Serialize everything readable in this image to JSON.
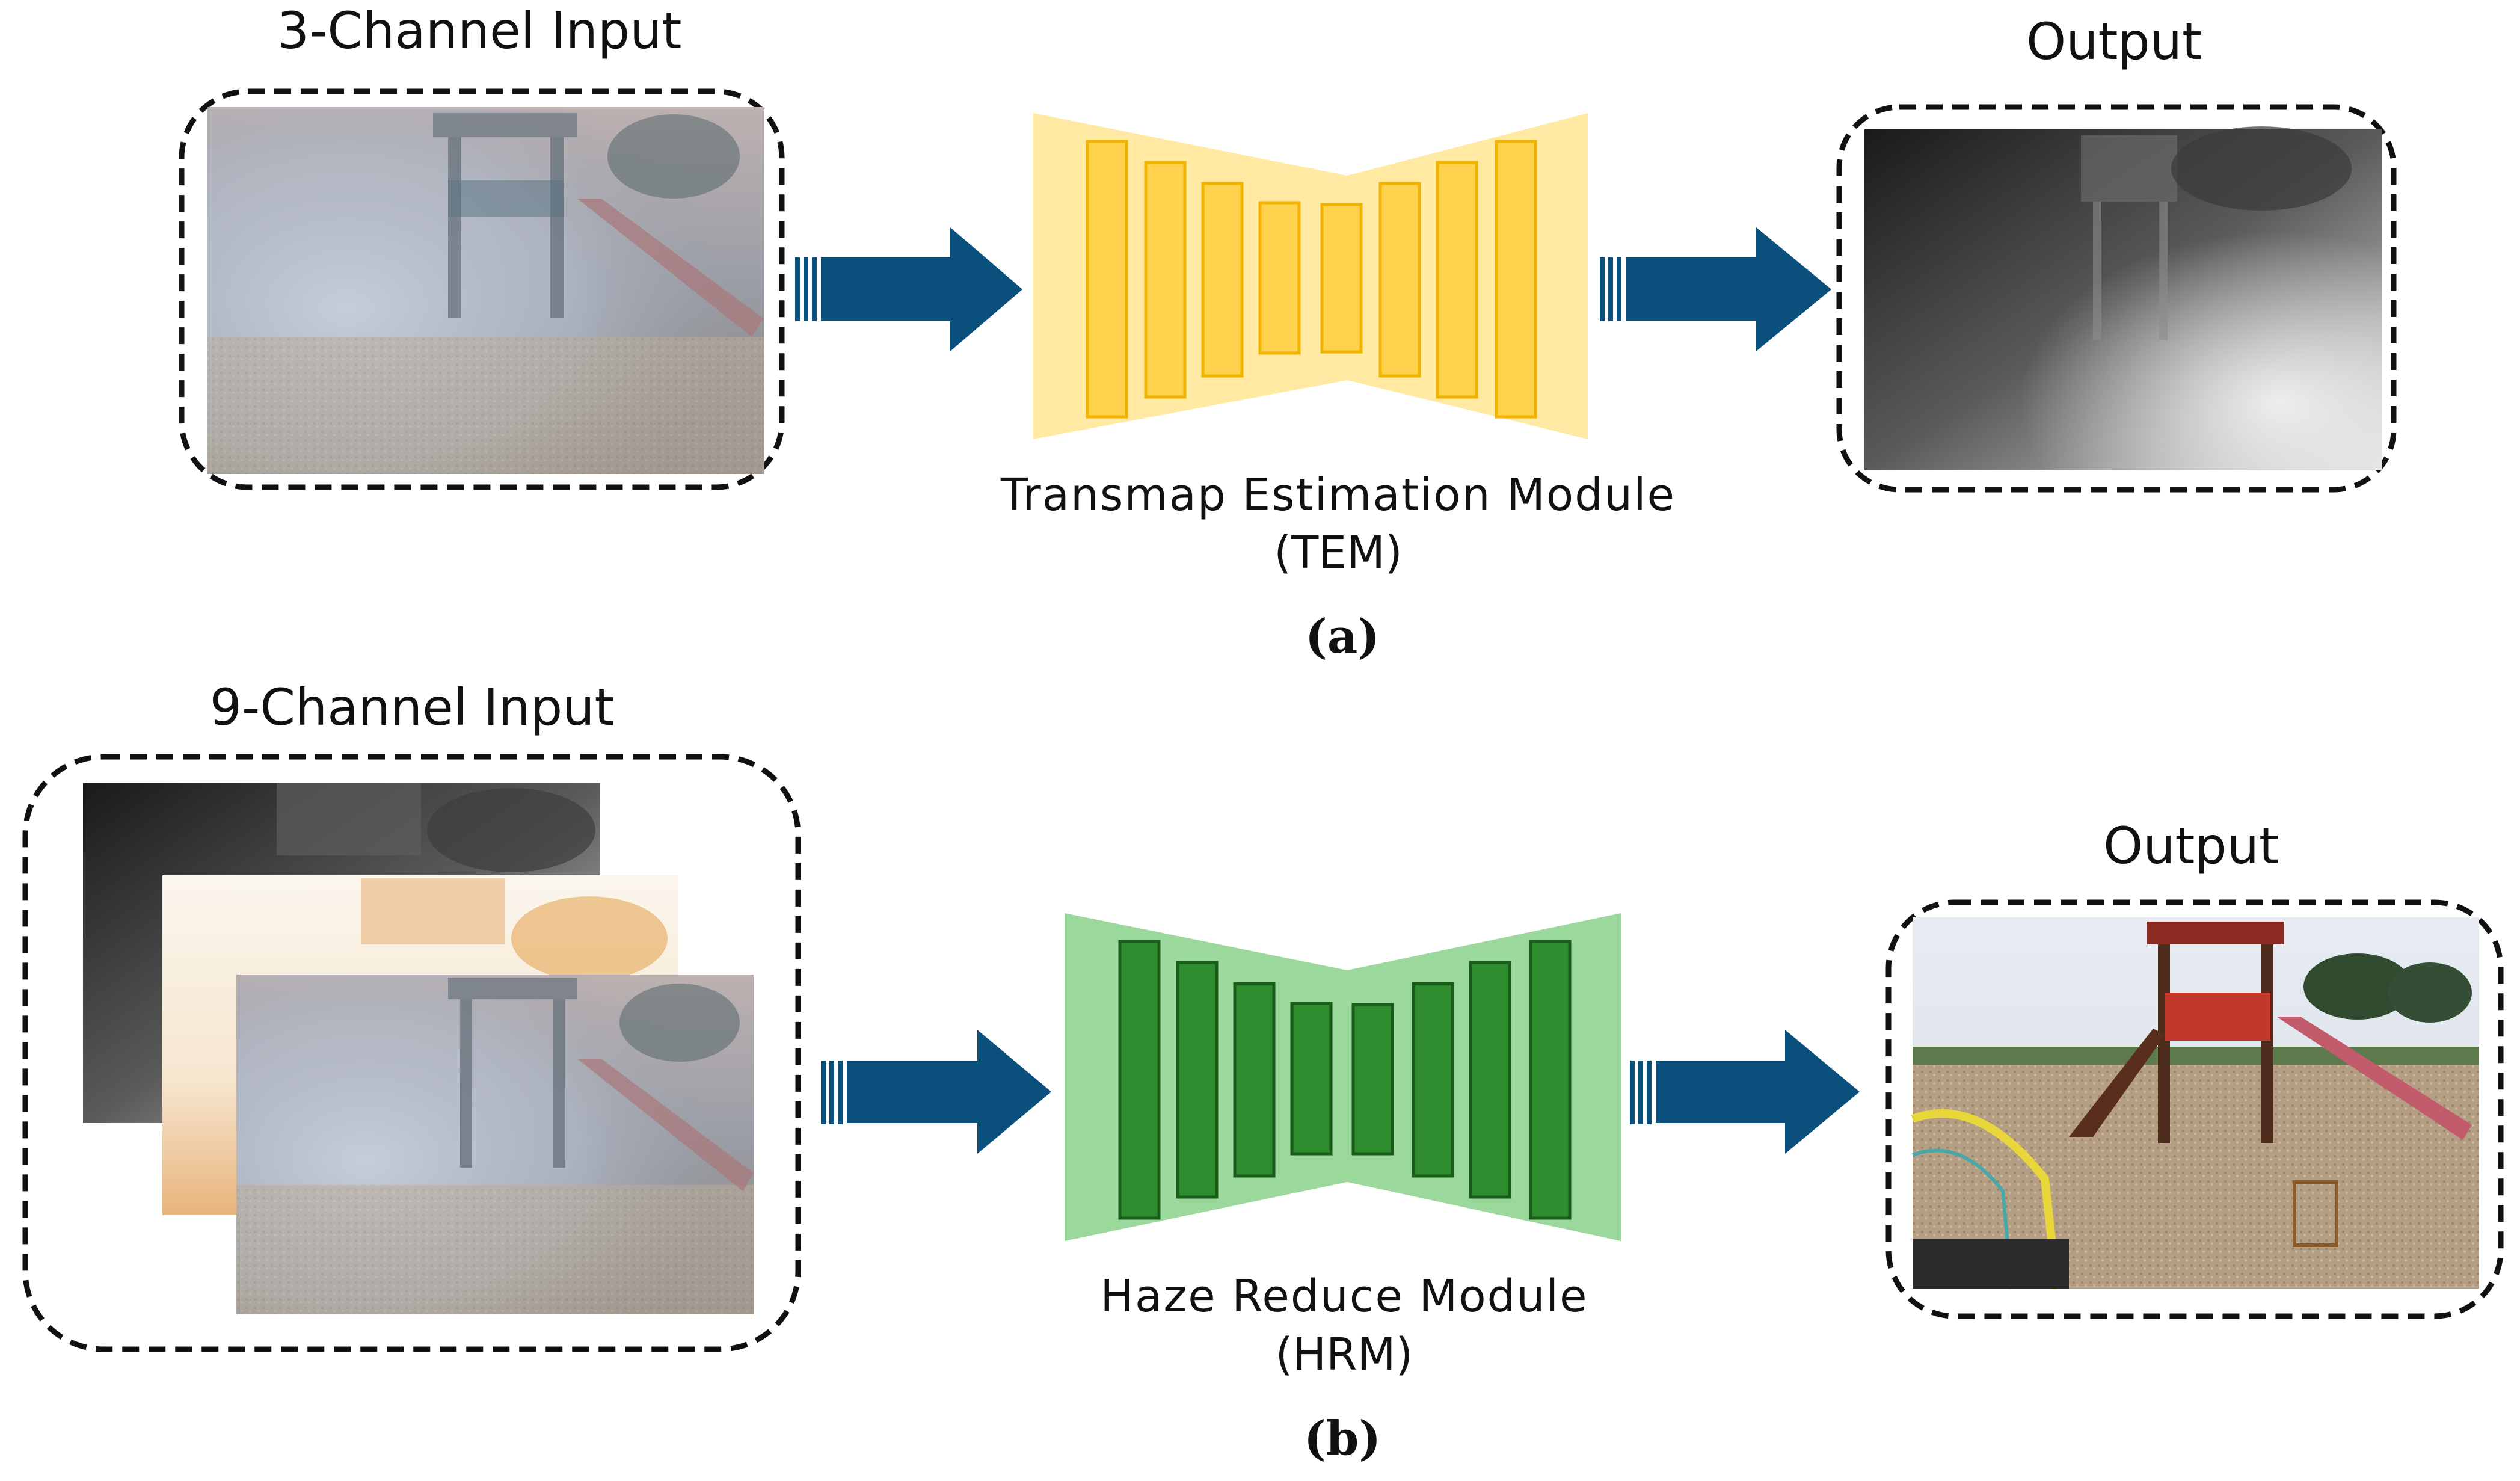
{
  "panel_a": {
    "input_title": "3-Channel Input",
    "output_title": "Output",
    "module_name": "Transmap Estimation Module",
    "module_abbr": "(TEM)",
    "caption": "(a)"
  },
  "panel_b": {
    "input_title": "9-Channel Input",
    "output_title": "Output",
    "module_name": "Haze Reduce Module",
    "module_abbr": "(HRM)",
    "caption": "(b)"
  },
  "colors": {
    "arrow": "#0b4f7c",
    "tem_body": "#ffe9a3",
    "tem_block": "#ffd24d",
    "tem_block_stroke": "#f0b400",
    "hrm_body": "#9bd89b",
    "hrm_block": "#2e8b2e",
    "hrm_block_stroke": "#1a5c1a"
  }
}
